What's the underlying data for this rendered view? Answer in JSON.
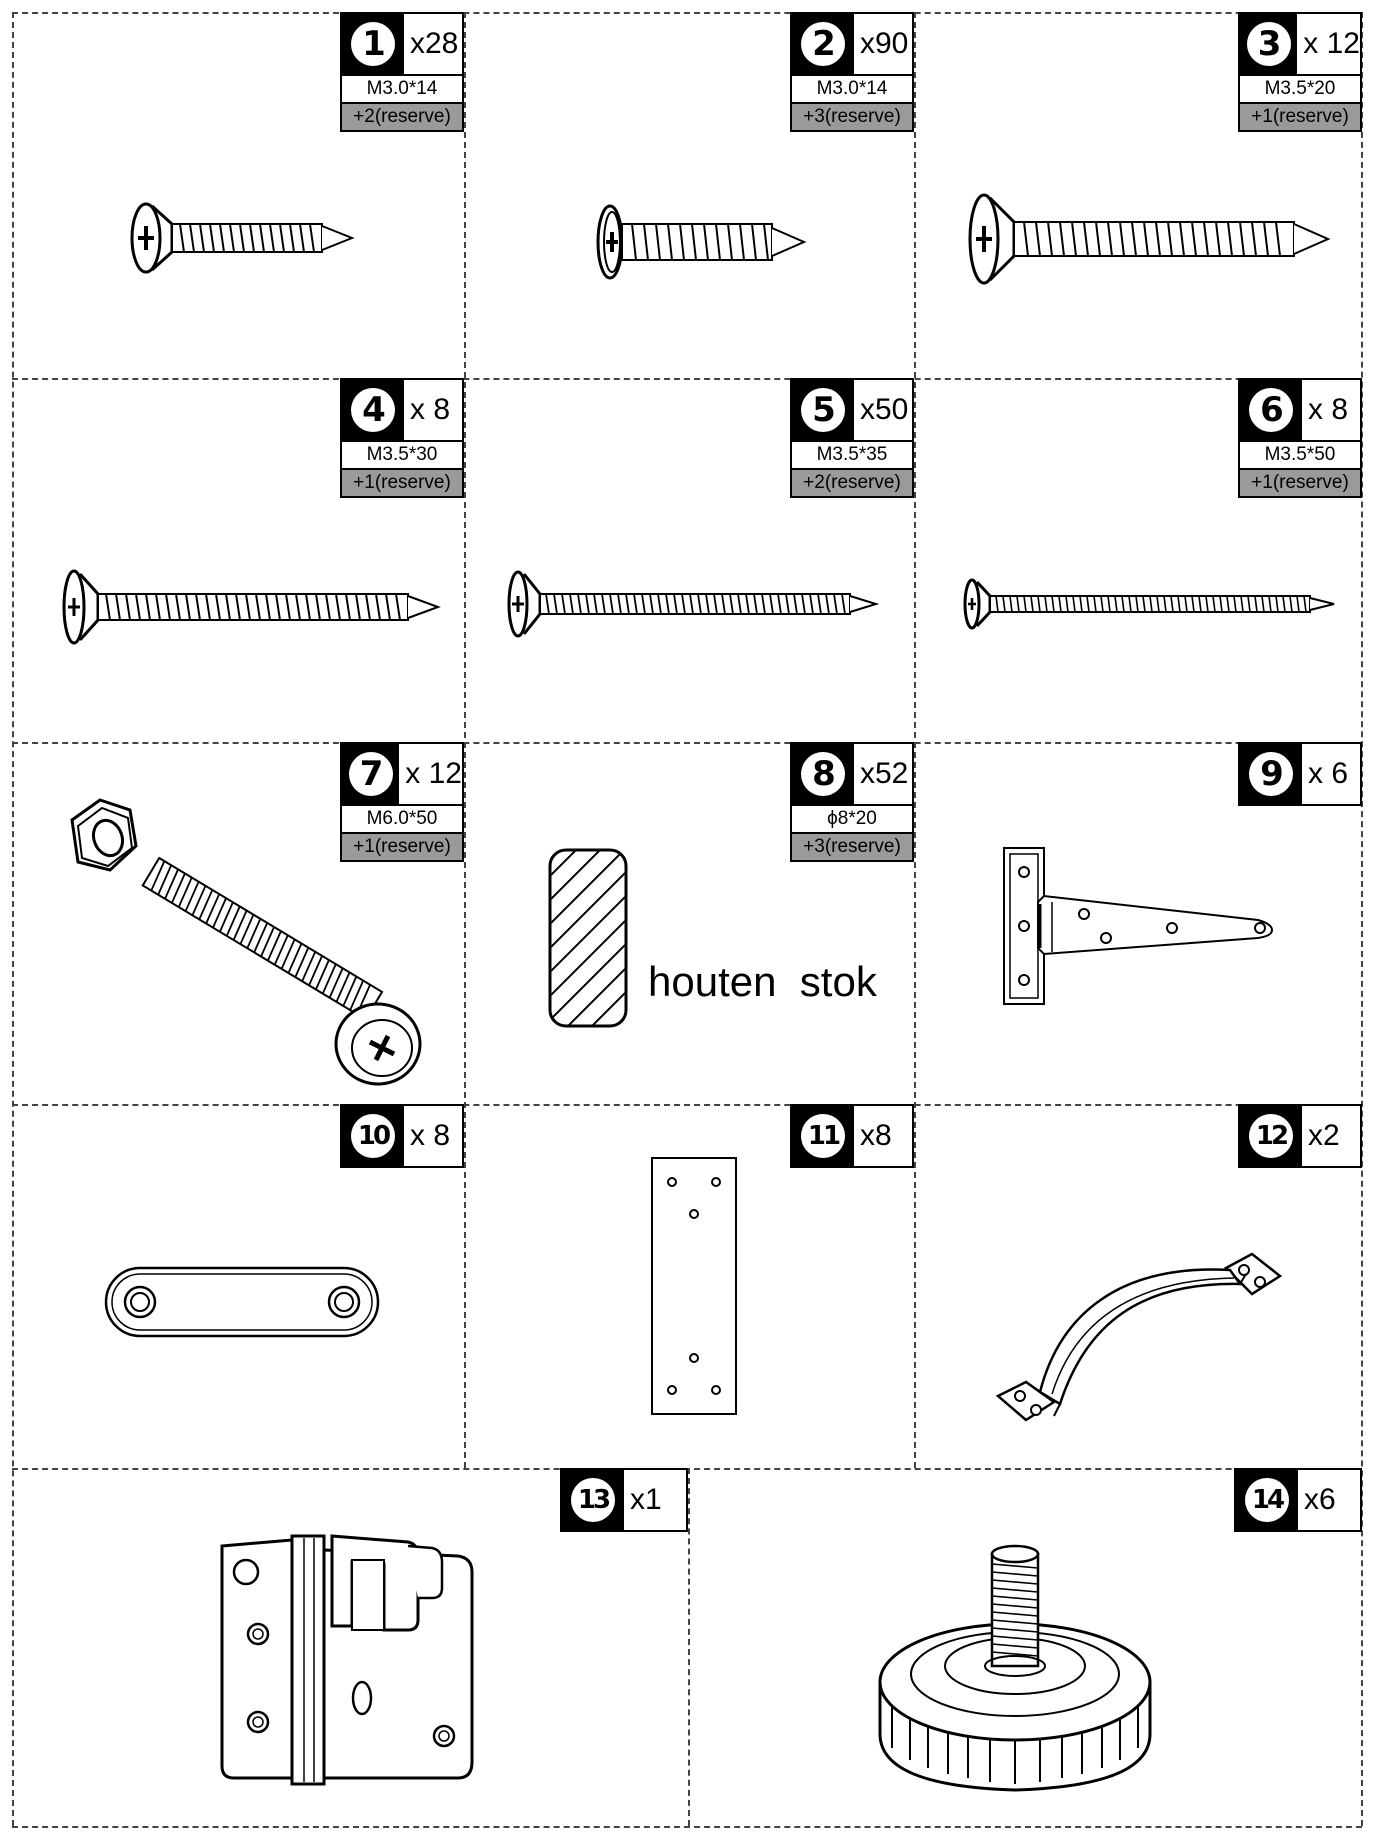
{
  "parts": [
    {
      "number": "1",
      "quantity": "x28",
      "size": "M3.0*14",
      "reserve": "+2(reserve)",
      "item": "countersunk-screw-short-icon"
    },
    {
      "number": "2",
      "quantity": "x90",
      "size": "M3.0*14",
      "reserve": "+3(reserve)",
      "item": "pan-head-screw-icon"
    },
    {
      "number": "3",
      "quantity": "x 12",
      "size": "M3.5*20",
      "reserve": "+1(reserve)",
      "item": "countersunk-screw-icon"
    },
    {
      "number": "4",
      "quantity": "x 8",
      "size": "M3.5*30",
      "reserve": "+1(reserve)",
      "item": "long-screw-icon"
    },
    {
      "number": "5",
      "quantity": "x50",
      "size": "M3.5*35",
      "reserve": "+2(reserve)",
      "item": "long-screw-icon"
    },
    {
      "number": "6",
      "quantity": "x 8",
      "size": "M3.5*50",
      "reserve": "+1(reserve)",
      "item": "extra-long-screw-icon"
    },
    {
      "number": "7",
      "quantity": "x 12",
      "size": "M6.0*50",
      "reserve": "+1(reserve)",
      "item": "bolt-and-nut-icon"
    },
    {
      "number": "8",
      "quantity": "x52",
      "size": "ϕ8*20",
      "reserve": "+3(reserve)",
      "item": "wooden-dowel-icon",
      "caption": "houten  stok"
    },
    {
      "number": "9",
      "quantity": "x 6",
      "item": "t-hinge-icon"
    },
    {
      "number": "10",
      "quantity": "x 8",
      "item": "connector-plate-icon"
    },
    {
      "number": "11",
      "quantity": "x8",
      "item": "flat-mending-plate-icon"
    },
    {
      "number": "12",
      "quantity": "x2",
      "item": "door-handle-icon"
    },
    {
      "number": "13",
      "quantity": "x1",
      "item": "barrel-latch-icon"
    },
    {
      "number": "14",
      "quantity": "x6",
      "item": "adjustable-foot-icon"
    }
  ]
}
